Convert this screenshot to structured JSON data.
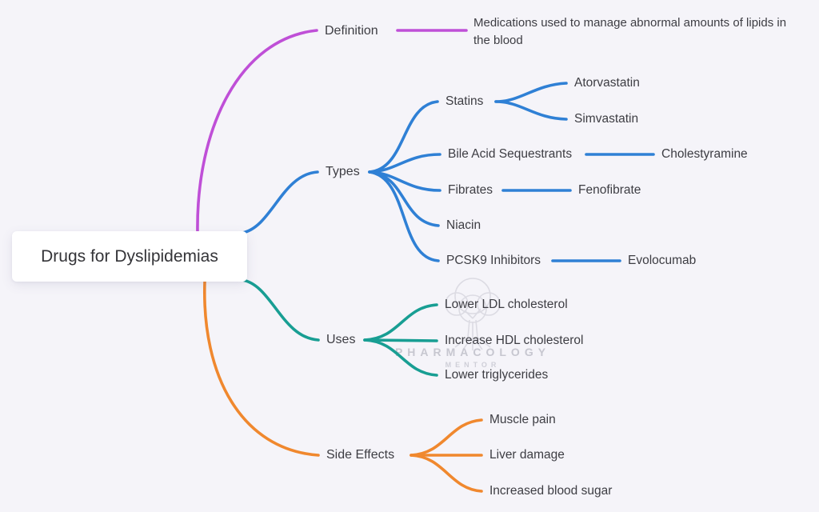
{
  "palette": {
    "bg": "#f5f4f9",
    "text": "#3d3d43",
    "root-text": "#343438",
    "wm": "#cfcfd8",
    "wm-text": "#c7c7d0"
  },
  "root": {
    "label": "Drugs for Dyslipidemias"
  },
  "branches": [
    {
      "label": "Definition",
      "color": "#bf4fd7",
      "note": "Medications used to manage abnormal amounts of lipids in the blood"
    },
    {
      "label": "Types",
      "color": "#2f80d5",
      "children": [
        {
          "label": "Statins",
          "children": [
            {
              "label": "Atorvastatin"
            },
            {
              "label": "Simvastatin"
            }
          ]
        },
        {
          "label": "Bile Acid Sequestrants",
          "children": [
            {
              "label": "Cholestyramine"
            }
          ]
        },
        {
          "label": "Fibrates",
          "children": [
            {
              "label": "Fenofibrate"
            }
          ]
        },
        {
          "label": "Niacin"
        },
        {
          "label": "PCSK9 Inhibitors",
          "children": [
            {
              "label": "Evolocumab"
            }
          ]
        }
      ]
    },
    {
      "label": "Uses",
      "color": "#189e93",
      "children": [
        {
          "label": "Lower LDL cholesterol"
        },
        {
          "label": "Increase HDL cholesterol"
        },
        {
          "label": "Lower triglycerides"
        }
      ]
    },
    {
      "label": "Side Effects",
      "color": "#f0882e",
      "children": [
        {
          "label": "Muscle pain"
        },
        {
          "label": "Liver damage"
        },
        {
          "label": "Increased blood sugar"
        }
      ]
    }
  ],
  "watermark": {
    "line1": "PHARMACOLOGY",
    "line2": "MENTOR"
  }
}
